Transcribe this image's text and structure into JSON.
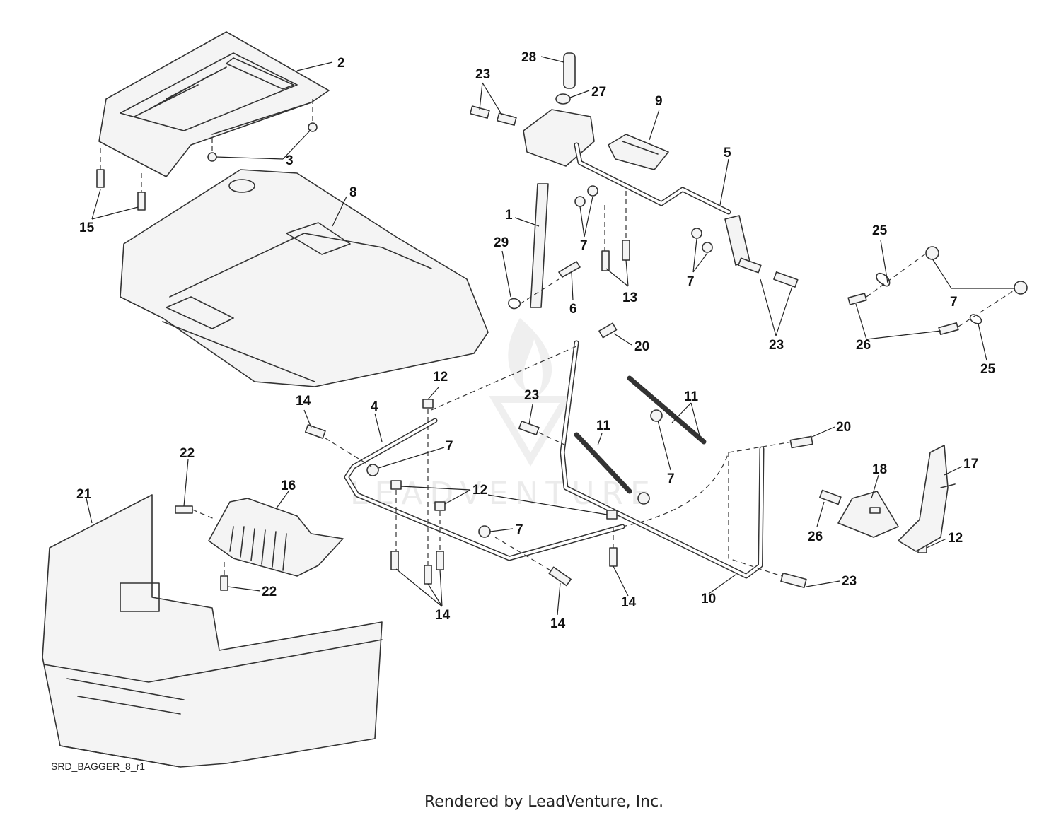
{
  "diagram": {
    "drawing_id": "SRD_BAGGER_8_r1",
    "footer": "Rendered by LeadVenture, Inc.",
    "watermark": "LEADVENTURE",
    "callouts": {
      "c1": "1",
      "c2": "2",
      "c3": "3",
      "c4": "4",
      "c5": "5",
      "c6": "6",
      "c7a": "7",
      "c7b": "7",
      "c7c": "7",
      "c7d": "7",
      "c7e": "7",
      "c7f": "7",
      "c8": "8",
      "c9": "9",
      "c10": "10",
      "c11a": "11",
      "c11b": "11",
      "c12a": "12",
      "c12b": "12",
      "c12c": "12",
      "c13": "13",
      "c14a": "14",
      "c14b": "14",
      "c14c": "14",
      "c14d": "14",
      "c15": "15",
      "c16": "16",
      "c17": "17",
      "c18": "18",
      "c20a": "20",
      "c20b": "20",
      "c21": "21",
      "c22a": "22",
      "c22b": "22",
      "c23a": "23",
      "c23b": "23",
      "c23c": "23",
      "c23d": "23",
      "c25a": "25",
      "c25b": "25",
      "c26a": "26",
      "c26b": "26",
      "c27": "27",
      "c28": "28",
      "c29": "29"
    }
  }
}
